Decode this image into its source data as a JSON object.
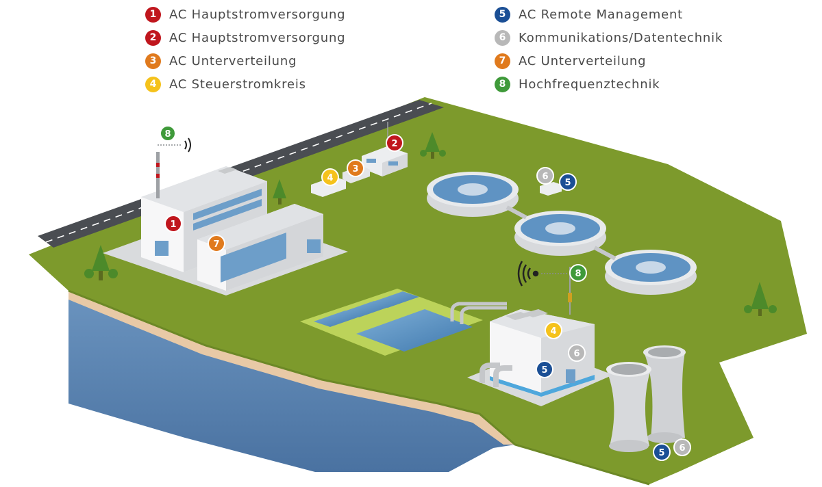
{
  "legend": {
    "items": [
      {
        "num": "1",
        "label": "AC Hauptstromversorgung",
        "color": "#c0161d"
      },
      {
        "num": "2",
        "label": "AC Hauptstromversorgung",
        "color": "#c0161d"
      },
      {
        "num": "3",
        "label": "AC Unterverteilung",
        "color": "#e07a1d"
      },
      {
        "num": "4",
        "label": "AC Steuerstromkreis",
        "color": "#f5c21b"
      },
      {
        "num": "5",
        "label": "AC Remote Management",
        "color": "#1b4f95"
      },
      {
        "num": "6",
        "label": "Kommunikations/Datentechnik",
        "color": "#b8b8b8"
      },
      {
        "num": "7",
        "label": "AC Unterverteilung",
        "color": "#e07a1d"
      },
      {
        "num": "8",
        "label": "Hochfrequenztechnik",
        "color": "#3f9a3a"
      }
    ]
  },
  "markers": {
    "m8_admin": "8",
    "m1_admin": "1",
    "m7_admin": "7",
    "m2_sub": "2",
    "m3_sub": "3",
    "m4_sub": "4",
    "m6_clarifier": "6",
    "m5_clarifier": "5",
    "m8_pump": "8",
    "m4_pump": "4",
    "m6_pump": "6",
    "m5_pump": "5",
    "m5_tower": "5",
    "m6_tower": "6"
  },
  "colors": {
    "grass": "#7d9a2c",
    "water": "#4f78a6",
    "road": "#4a4d52",
    "building": "#ecedef",
    "glass": "#6d9ec9"
  }
}
